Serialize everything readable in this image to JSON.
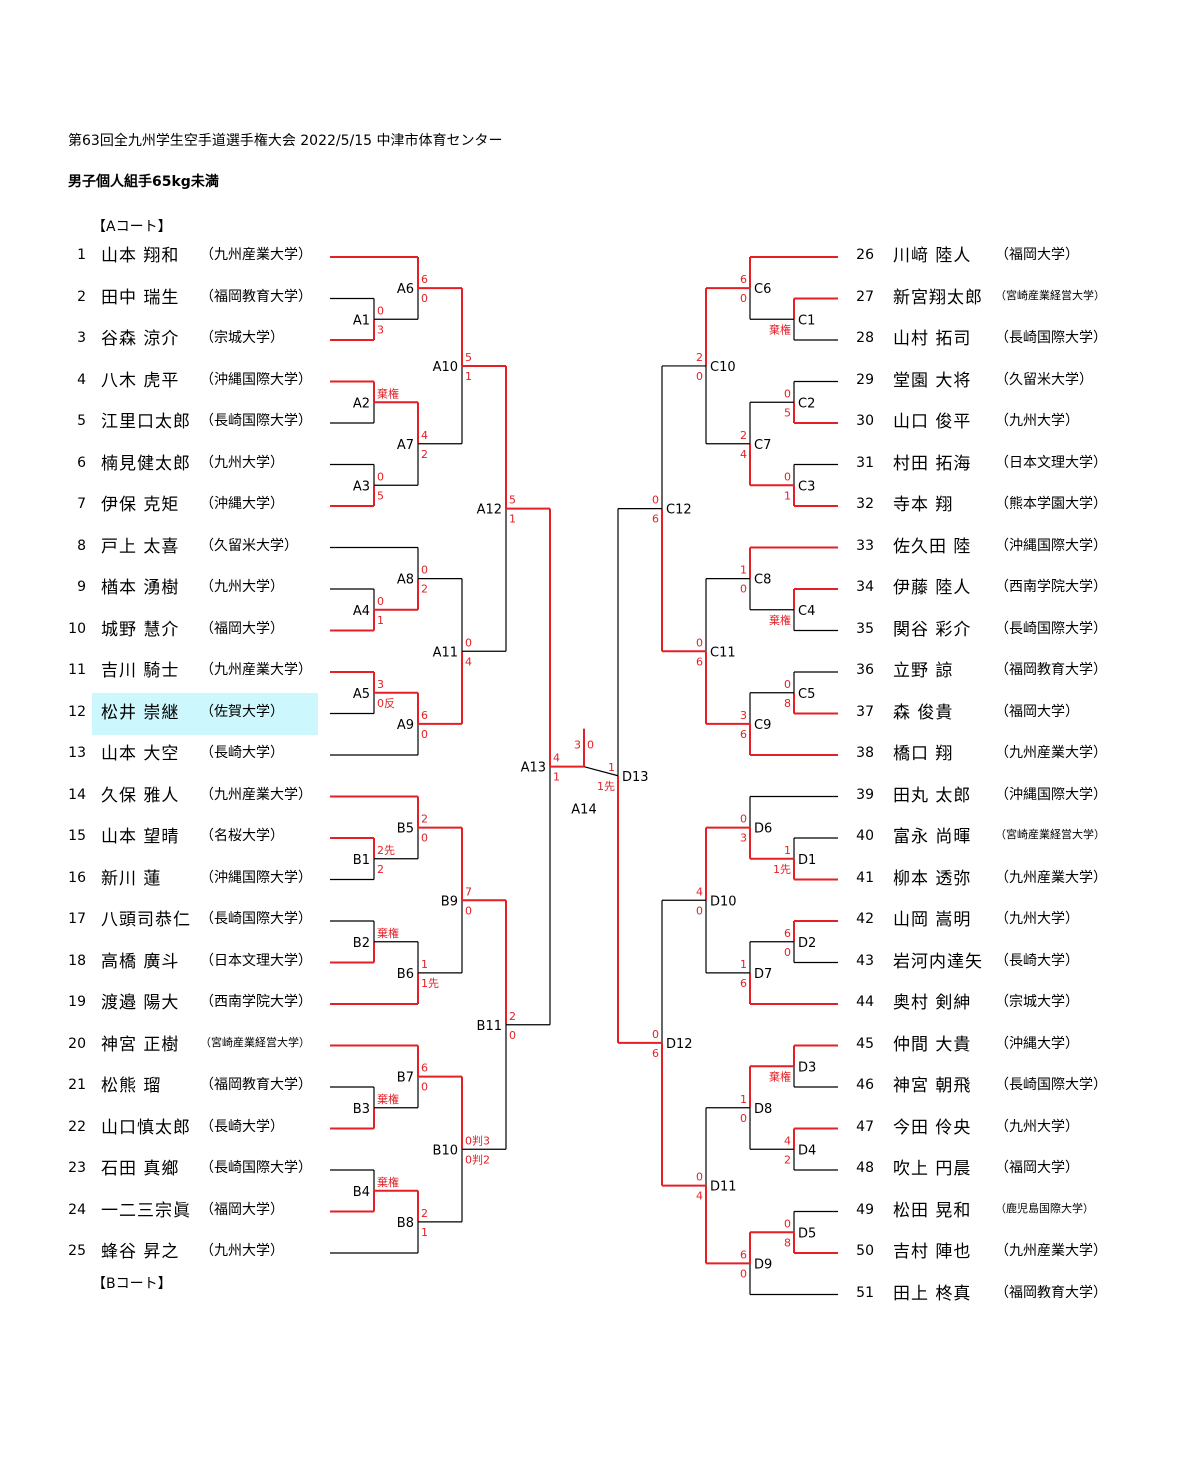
{
  "header": {
    "title": "第63回全九州学生空手道選手権大会  2022/5/15  中津市体育センター",
    "subtitle": "男子個人組手65kg未満",
    "court_a": "【Aコート】",
    "court_b": "【Bコート】"
  },
  "colors": {
    "winner_line": "#e41f25",
    "loser_line": "#000000",
    "score_text": "#e41f25",
    "highlight": "#ccf7fc"
  },
  "highlighted_entry": 12,
  "left_players": [
    {
      "num": "1",
      "name": "山本  翔和",
      "univ": "（九州産業大学）"
    },
    {
      "num": "2",
      "name": "田中  瑞生",
      "univ": "（福岡教育大学）"
    },
    {
      "num": "3",
      "name": "谷森  涼介",
      "univ": "（宗城大学）"
    },
    {
      "num": "4",
      "name": "八木  虎平",
      "univ": "（沖縄国際大学）"
    },
    {
      "num": "5",
      "name": "江里口太郎",
      "univ": "（長崎国際大学）"
    },
    {
      "num": "6",
      "name": "楠見健太郎",
      "univ": "（九州大学）"
    },
    {
      "num": "7",
      "name": "伊保  克矩",
      "univ": "（沖縄大学）"
    },
    {
      "num": "8",
      "name": "戸上  太喜",
      "univ": "（久留米大学）"
    },
    {
      "num": "9",
      "name": "楢本  湧樹",
      "univ": "（九州大学）"
    },
    {
      "num": "10",
      "name": "城野  慧介",
      "univ": "（福岡大学）"
    },
    {
      "num": "11",
      "name": "吉川  騎士",
      "univ": "（九州産業大学）"
    },
    {
      "num": "12",
      "name": "松井  崇継",
      "univ": "（佐賀大学）"
    },
    {
      "num": "13",
      "name": "山本  大空",
      "univ": "（長崎大学）"
    },
    {
      "num": "14",
      "name": "久保  雅人",
      "univ": "（九州産業大学）"
    },
    {
      "num": "15",
      "name": "山本  望晴",
      "univ": "（名桜大学）"
    },
    {
      "num": "16",
      "name": "新川    蓮",
      "univ": "（沖縄国際大学）"
    },
    {
      "num": "17",
      "name": "八頭司恭仁",
      "univ": "（長崎国際大学）"
    },
    {
      "num": "18",
      "name": "高橋  廣斗",
      "univ": "（日本文理大学）"
    },
    {
      "num": "19",
      "name": "渡邉  陽大",
      "univ": "（西南学院大学）"
    },
    {
      "num": "20",
      "name": "神宮  正樹",
      "univ": "（宮崎産業経営大学）"
    },
    {
      "num": "21",
      "name": "松熊    瑠",
      "univ": "（福岡教育大学）"
    },
    {
      "num": "22",
      "name": "山口慎太郎",
      "univ": "（長崎大学）"
    },
    {
      "num": "23",
      "name": "石田  真鄉",
      "univ": "（長崎国際大学）"
    },
    {
      "num": "24",
      "name": "一二三宗眞",
      "univ": "（福岡大学）"
    },
    {
      "num": "25",
      "name": "蜂谷  昇之",
      "univ": "（九州大学）"
    }
  ],
  "right_players": [
    {
      "num": "26",
      "name": "川﨑  陸人",
      "univ": "（福岡大学）"
    },
    {
      "num": "27",
      "name": "新宮翔太郎",
      "univ": "（宮崎産業経営大学）"
    },
    {
      "num": "28",
      "name": "山村  拓司",
      "univ": "（長崎国際大学）"
    },
    {
      "num": "29",
      "name": "堂園  大将",
      "univ": "（久留米大学）"
    },
    {
      "num": "30",
      "name": "山口  俊平",
      "univ": "（九州大学）"
    },
    {
      "num": "31",
      "name": "村田  拓海",
      "univ": "（日本文理大学）"
    },
    {
      "num": "32",
      "name": "寺本    翔",
      "univ": "（熊本学園大学）"
    },
    {
      "num": "33",
      "name": "佐久田  陸",
      "univ": "（沖縄国際大学）"
    },
    {
      "num": "34",
      "name": "伊藤  陸人",
      "univ": "（西南学院大学）"
    },
    {
      "num": "35",
      "name": "関谷  彩介",
      "univ": "（長崎国際大学）"
    },
    {
      "num": "36",
      "name": "立野    諒",
      "univ": "（福岡教育大学）"
    },
    {
      "num": "37",
      "name": "森    俊貴",
      "univ": "（福岡大学）"
    },
    {
      "num": "38",
      "name": "橋口    翔",
      "univ": "（九州産業大学）"
    },
    {
      "num": "39",
      "name": "田丸  太郎",
      "univ": "（沖縄国際大学）"
    },
    {
      "num": "40",
      "name": "富永  尚暉",
      "univ": "（宮崎産業経営大学）"
    },
    {
      "num": "41",
      "name": "柳本  透弥",
      "univ": "（九州産業大学）"
    },
    {
      "num": "42",
      "name": "山岡  嵩明",
      "univ": "（九州大学）"
    },
    {
      "num": "43",
      "name": "岩河内達矢",
      "univ": "（長崎大学）"
    },
    {
      "num": "44",
      "name": "奥村  剣紳",
      "univ": "（宗城大学）"
    },
    {
      "num": "45",
      "name": "仲間  大貴",
      "univ": "（沖縄大学）"
    },
    {
      "num": "46",
      "name": "神宮  朝飛",
      "univ": "（長崎国際大学）"
    },
    {
      "num": "47",
      "name": "今田  伶央",
      "univ": "（九州大学）"
    },
    {
      "num": "48",
      "name": "吹上  円晨",
      "univ": "（福岡大学）"
    },
    {
      "num": "49",
      "name": "松田  晃和",
      "univ": "（鹿児島国際大学）"
    },
    {
      "num": "50",
      "name": "吉村  陣也",
      "univ": "（九州産業大学）"
    },
    {
      "num": "51",
      "name": "田上  柊真",
      "univ": "（福岡教育大学）"
    }
  ],
  "left_matches": [
    {
      "id": "A1",
      "top": {
        "kind": "player",
        "ref": 2
      },
      "bot": {
        "kind": "player",
        "ref": 3
      },
      "s1": "0",
      "s2": "3",
      "win": 2
    },
    {
      "id": "A2",
      "top": {
        "kind": "player",
        "ref": 4
      },
      "bot": {
        "kind": "player",
        "ref": 5
      },
      "s1": "棄権",
      "s2": "",
      "win": 1
    },
    {
      "id": "A3",
      "top": {
        "kind": "player",
        "ref": 6
      },
      "bot": {
        "kind": "player",
        "ref": 7
      },
      "s1": "0",
      "s2": "5",
      "win": 2
    },
    {
      "id": "A4",
      "top": {
        "kind": "player",
        "ref": 9
      },
      "bot": {
        "kind": "player",
        "ref": 10
      },
      "s1": "0",
      "s2": "1",
      "win": 2
    },
    {
      "id": "A5",
      "top": {
        "kind": "player",
        "ref": 11
      },
      "bot": {
        "kind": "player",
        "ref": 12
      },
      "s1": "3",
      "s2": "0反",
      "win": 1
    },
    {
      "id": "A6",
      "top": {
        "kind": "player",
        "ref": 1
      },
      "bot": {
        "kind": "match",
        "ref": "A1"
      },
      "s1": "6",
      "s2": "0",
      "win": 1
    },
    {
      "id": "A7",
      "top": {
        "kind": "match",
        "ref": "A2"
      },
      "bot": {
        "kind": "match",
        "ref": "A3"
      },
      "s1": "4",
      "s2": "2",
      "win": 1
    },
    {
      "id": "A8",
      "top": {
        "kind": "player",
        "ref": 8
      },
      "bot": {
        "kind": "match",
        "ref": "A4"
      },
      "s1": "0",
      "s2": "2",
      "win": 2
    },
    {
      "id": "A9",
      "top": {
        "kind": "match",
        "ref": "A5"
      },
      "bot": {
        "kind": "player",
        "ref": 13
      },
      "s1": "6",
      "s2": "0",
      "win": 1
    },
    {
      "id": "A10",
      "top": {
        "kind": "match",
        "ref": "A6"
      },
      "bot": {
        "kind": "match",
        "ref": "A7"
      },
      "s1": "5",
      "s2": "1",
      "win": 1
    },
    {
      "id": "A11",
      "top": {
        "kind": "match",
        "ref": "A8"
      },
      "bot": {
        "kind": "match",
        "ref": "A9"
      },
      "s1": "0",
      "s2": "4",
      "win": 2
    },
    {
      "id": "A12",
      "top": {
        "kind": "match",
        "ref": "A10"
      },
      "bot": {
        "kind": "match",
        "ref": "A11"
      },
      "s1": "5",
      "s2": "1",
      "win": 1
    },
    {
      "id": "B1",
      "top": {
        "kind": "player",
        "ref": 15
      },
      "bot": {
        "kind": "player",
        "ref": 16
      },
      "s1": "2先",
      "s2": "2",
      "win": 1
    },
    {
      "id": "B2",
      "top": {
        "kind": "player",
        "ref": 17
      },
      "bot": {
        "kind": "player",
        "ref": 18
      },
      "s1": "棄権",
      "s2": "",
      "win": 2
    },
    {
      "id": "B3",
      "top": {
        "kind": "player",
        "ref": 21
      },
      "bot": {
        "kind": "player",
        "ref": 22
      },
      "s1": "棄権",
      "s2": "",
      "win": 2
    },
    {
      "id": "B4",
      "top": {
        "kind": "player",
        "ref": 23
      },
      "bot": {
        "kind": "player",
        "ref": 24
      },
      "s1": "棄権",
      "s2": "",
      "win": 2
    },
    {
      "id": "B5",
      "top": {
        "kind": "player",
        "ref": 14
      },
      "bot": {
        "kind": "match",
        "ref": "B1"
      },
      "s1": "2",
      "s2": "0",
      "win": 1
    },
    {
      "id": "B6",
      "top": {
        "kind": "match",
        "ref": "B2"
      },
      "bot": {
        "kind": "player",
        "ref": 19
      },
      "s1": "1",
      "s2": "1先",
      "win": 2
    },
    {
      "id": "B7",
      "top": {
        "kind": "player",
        "ref": 20
      },
      "bot": {
        "kind": "match",
        "ref": "B3"
      },
      "s1": "6",
      "s2": "0",
      "win": 1
    },
    {
      "id": "B8",
      "top": {
        "kind": "match",
        "ref": "B4"
      },
      "bot": {
        "kind": "player",
        "ref": 25
      },
      "s1": "2",
      "s2": "1",
      "win": 1
    },
    {
      "id": "B9",
      "top": {
        "kind": "match",
        "ref": "B5"
      },
      "bot": {
        "kind": "match",
        "ref": "B6"
      },
      "s1": "7",
      "s2": "0",
      "win": 1
    },
    {
      "id": "B10",
      "top": {
        "kind": "match",
        "ref": "B7"
      },
      "bot": {
        "kind": "match",
        "ref": "B8"
      },
      "s1": "0判3",
      "s2": "0判2",
      "win": 1
    },
    {
      "id": "B11",
      "top": {
        "kind": "match",
        "ref": "B9"
      },
      "bot": {
        "kind": "match",
        "ref": "B10"
      },
      "s1": "2",
      "s2": "0",
      "win": 1
    },
    {
      "id": "A13",
      "top": {
        "kind": "match",
        "ref": "A12"
      },
      "bot": {
        "kind": "match",
        "ref": "B11"
      },
      "s1": "4",
      "s2": "1",
      "win": 1
    }
  ],
  "right_matches": [
    {
      "id": "C1",
      "top": {
        "kind": "player",
        "ref": 27
      },
      "bot": {
        "kind": "player",
        "ref": 28
      },
      "s1": "",
      "s2": "棄権",
      "win": 1
    },
    {
      "id": "C2",
      "top": {
        "kind": "player",
        "ref": 29
      },
      "bot": {
        "kind": "player",
        "ref": 30
      },
      "s1": "0",
      "s2": "5",
      "win": 2
    },
    {
      "id": "C3",
      "top": {
        "kind": "player",
        "ref": 31
      },
      "bot": {
        "kind": "player",
        "ref": 32
      },
      "s1": "0",
      "s2": "1",
      "win": 2
    },
    {
      "id": "C4",
      "top": {
        "kind": "player",
        "ref": 34
      },
      "bot": {
        "kind": "player",
        "ref": 35
      },
      "s1": "",
      "s2": "棄権",
      "win": 1
    },
    {
      "id": "C5",
      "top": {
        "kind": "player",
        "ref": 36
      },
      "bot": {
        "kind": "player",
        "ref": 37
      },
      "s1": "0",
      "s2": "8",
      "win": 2
    },
    {
      "id": "C6",
      "top": {
        "kind": "player",
        "ref": 26
      },
      "bot": {
        "kind": "match",
        "ref": "C1"
      },
      "s1": "6",
      "s2": "0",
      "win": 1
    },
    {
      "id": "C7",
      "top": {
        "kind": "match",
        "ref": "C2"
      },
      "bot": {
        "kind": "match",
        "ref": "C3"
      },
      "s1": "2",
      "s2": "4",
      "win": 2
    },
    {
      "id": "C8",
      "top": {
        "kind": "player",
        "ref": 33
      },
      "bot": {
        "kind": "match",
        "ref": "C4"
      },
      "s1": "1",
      "s2": "0",
      "win": 1
    },
    {
      "id": "C9",
      "top": {
        "kind": "match",
        "ref": "C5"
      },
      "bot": {
        "kind": "player",
        "ref": 38
      },
      "s1": "3",
      "s2": "6",
      "win": 2
    },
    {
      "id": "C10",
      "top": {
        "kind": "match",
        "ref": "C6"
      },
      "bot": {
        "kind": "match",
        "ref": "C7"
      },
      "s1": "2",
      "s2": "0",
      "win": 1
    },
    {
      "id": "C11",
      "top": {
        "kind": "match",
        "ref": "C8"
      },
      "bot": {
        "kind": "match",
        "ref": "C9"
      },
      "s1": "0",
      "s2": "6",
      "win": 2
    },
    {
      "id": "C12",
      "top": {
        "kind": "match",
        "ref": "C10"
      },
      "bot": {
        "kind": "match",
        "ref": "C11"
      },
      "s1": "0",
      "s2": "6",
      "win": 2
    },
    {
      "id": "D1",
      "top": {
        "kind": "player",
        "ref": 40
      },
      "bot": {
        "kind": "player",
        "ref": 41
      },
      "s1": "1",
      "s2": "1先",
      "win": 2
    },
    {
      "id": "D2",
      "top": {
        "kind": "player",
        "ref": 42
      },
      "bot": {
        "kind": "player",
        "ref": 43
      },
      "s1": "6",
      "s2": "0",
      "win": 1
    },
    {
      "id": "D3",
      "top": {
        "kind": "player",
        "ref": 45
      },
      "bot": {
        "kind": "player",
        "ref": 46
      },
      "s1": "",
      "s2": "棄権",
      "win": 1
    },
    {
      "id": "D4",
      "top": {
        "kind": "player",
        "ref": 47
      },
      "bot": {
        "kind": "player",
        "ref": 48
      },
      "s1": "4",
      "s2": "2",
      "win": 1
    },
    {
      "id": "D5",
      "top": {
        "kind": "player",
        "ref": 49
      },
      "bot": {
        "kind": "player",
        "ref": 50
      },
      "s1": "0",
      "s2": "8",
      "win": 2
    },
    {
      "id": "D6",
      "top": {
        "kind": "player",
        "ref": 39
      },
      "bot": {
        "kind": "match",
        "ref": "D1"
      },
      "s1": "0",
      "s2": "3",
      "win": 2
    },
    {
      "id": "D7",
      "top": {
        "kind": "match",
        "ref": "D2"
      },
      "bot": {
        "kind": "player",
        "ref": 44
      },
      "s1": "1",
      "s2": "6",
      "win": 2
    },
    {
      "id": "D8",
      "top": {
        "kind": "match",
        "ref": "D3"
      },
      "bot": {
        "kind": "match",
        "ref": "D4"
      },
      "s1": "1",
      "s2": "0",
      "win": 1
    },
    {
      "id": "D9",
      "top": {
        "kind": "match",
        "ref": "D5"
      },
      "bot": {
        "kind": "player",
        "ref": 51
      },
      "s1": "6",
      "s2": "0",
      "win": 1
    },
    {
      "id": "D10",
      "top": {
        "kind": "match",
        "ref": "D6"
      },
      "bot": {
        "kind": "match",
        "ref": "D7"
      },
      "s1": "4",
      "s2": "0",
      "win": 1
    },
    {
      "id": "D11",
      "top": {
        "kind": "match",
        "ref": "D8"
      },
      "bot": {
        "kind": "match",
        "ref": "D9"
      },
      "s1": "0",
      "s2": "4",
      "win": 2
    },
    {
      "id": "D12",
      "top": {
        "kind": "match",
        "ref": "D10"
      },
      "bot": {
        "kind": "match",
        "ref": "D11"
      },
      "s1": "0",
      "s2": "6",
      "win": 2
    },
    {
      "id": "D13",
      "top": {
        "kind": "match",
        "ref": "C12"
      },
      "bot": {
        "kind": "match",
        "ref": "D12"
      },
      "s1": "1",
      "s2": "1先",
      "win": 2
    }
  ],
  "final": {
    "id": "A14",
    "s1": "3",
    "s2": "0",
    "win": 1
  }
}
